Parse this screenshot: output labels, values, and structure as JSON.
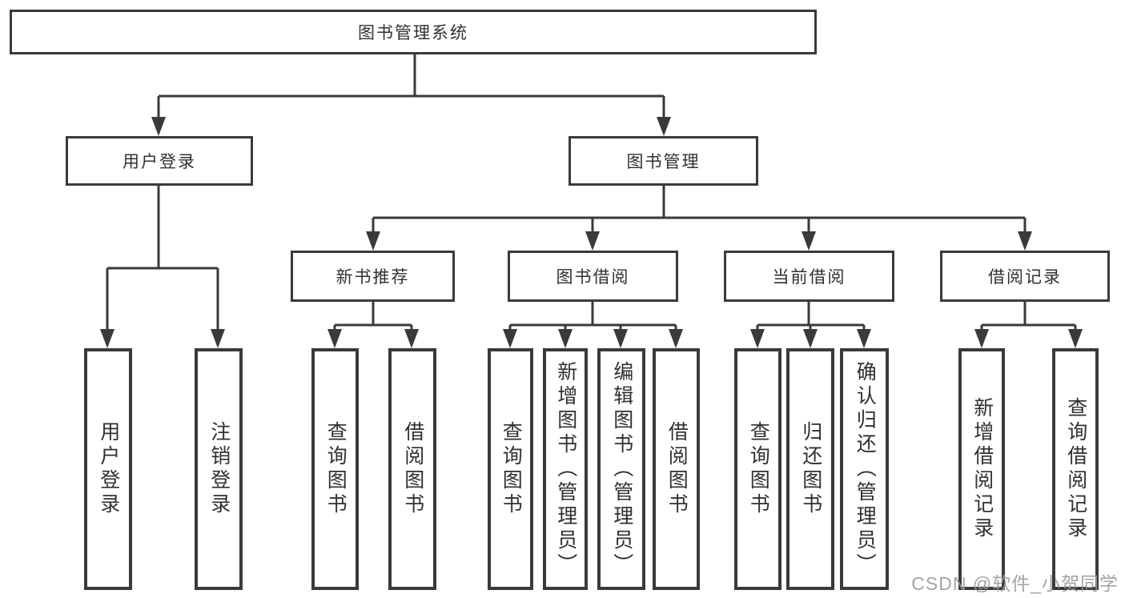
{
  "diagram": {
    "root": {
      "label": "图书管理系统"
    },
    "level2": [
      {
        "label": "用户登录"
      },
      {
        "label": "图书管理"
      }
    ],
    "level3": [
      {
        "label": "新书推荐"
      },
      {
        "label": "图书借阅"
      },
      {
        "label": "当前借阅"
      },
      {
        "label": "借阅记录"
      }
    ],
    "leaves": {
      "user_login": [
        "用户登录",
        "注销登录"
      ],
      "new_book": [
        "查询图书",
        "借阅图书"
      ],
      "book_borrow": [
        "查询图书",
        "新增图书（管理员）",
        "编辑图书（管理员）",
        "借阅图书"
      ],
      "current_borrow": [
        "查询图书",
        "归还图书",
        "确认归还（管理员）"
      ],
      "borrow_record": [
        "新增借阅记录",
        "查询借阅记录"
      ]
    }
  },
  "watermark": {
    "text": "CSDN @软件_小贺同学"
  },
  "colors": {
    "line": "#3a3a3a",
    "text": "#303030",
    "watermark": "#9c9c9c",
    "background": "#ffffff"
  }
}
